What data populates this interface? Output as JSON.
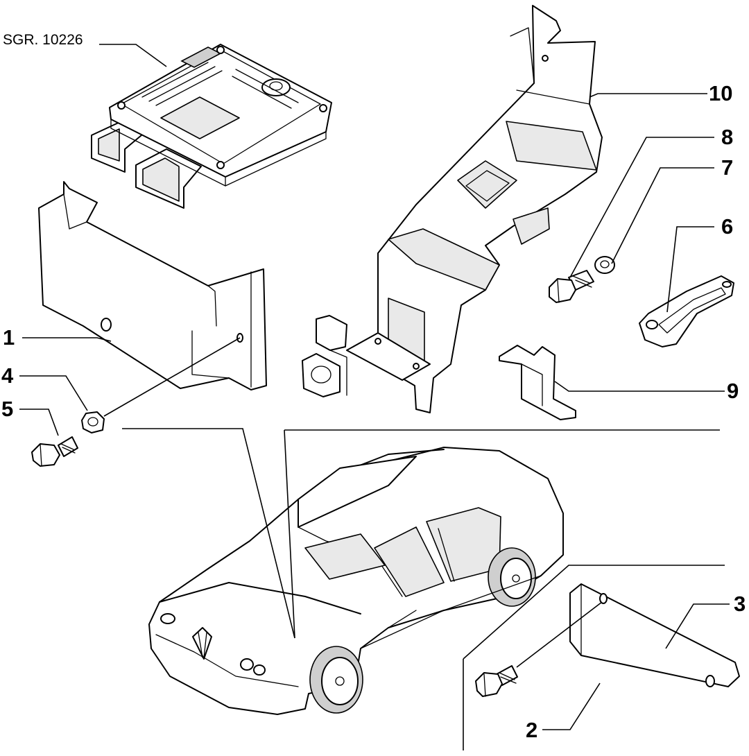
{
  "diagram": {
    "reference_code": "SGR. 10226",
    "callouts": [
      {
        "id": "1",
        "label": "1"
      },
      {
        "id": "2",
        "label": "2"
      },
      {
        "id": "3",
        "label": "3"
      },
      {
        "id": "4",
        "label": "4"
      },
      {
        "id": "5",
        "label": "5"
      },
      {
        "id": "6",
        "label": "6"
      },
      {
        "id": "7",
        "label": "7"
      },
      {
        "id": "8",
        "label": "8"
      },
      {
        "id": "9",
        "label": "9"
      },
      {
        "id": "10",
        "label": "10"
      }
    ]
  }
}
